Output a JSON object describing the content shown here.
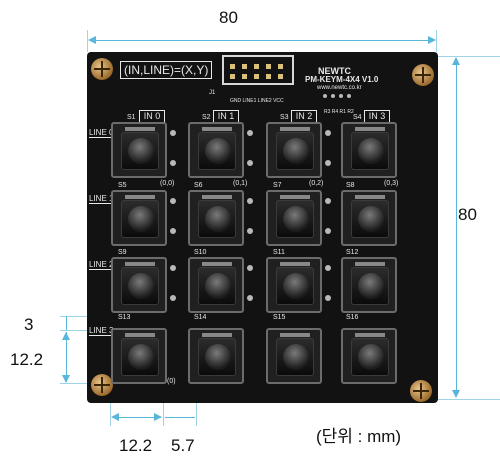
{
  "dimensions": {
    "top_width": "80",
    "right_height": "80",
    "row_gap": "3",
    "key_height": "12.2",
    "key_width": "12.2",
    "col_gap": "5.7",
    "unit": "(단위 : mm)"
  },
  "board": {
    "formula": "(IN,LINE)=(X,Y)",
    "brand": "NEWTC",
    "model": "PM-KEYM-4X4  V1.0",
    "website": "www.newtc.co.kr",
    "header_label": "J1",
    "pin_labels": "GND LINE1 LINE2 VCC",
    "resistor_labels": "R3 R4 R1 R2",
    "in_labels": [
      "IN 0",
      "IN 1",
      "IN 2",
      "IN 3"
    ],
    "line_labels": [
      "LINE 0",
      "LINE 1",
      "LINE 2",
      "LINE 3"
    ],
    "switch_labels": [
      "S1",
      "S2",
      "S3",
      "S4",
      "S5",
      "S6",
      "S7",
      "S8",
      "S9",
      "S10",
      "S11",
      "S12",
      "S13",
      "S14",
      "S15",
      "S16"
    ],
    "coords_row0": [
      "(0,0)",
      "(0,1)",
      "(0,2)",
      "(0,3)"
    ],
    "coord_misc": "(0)"
  }
}
